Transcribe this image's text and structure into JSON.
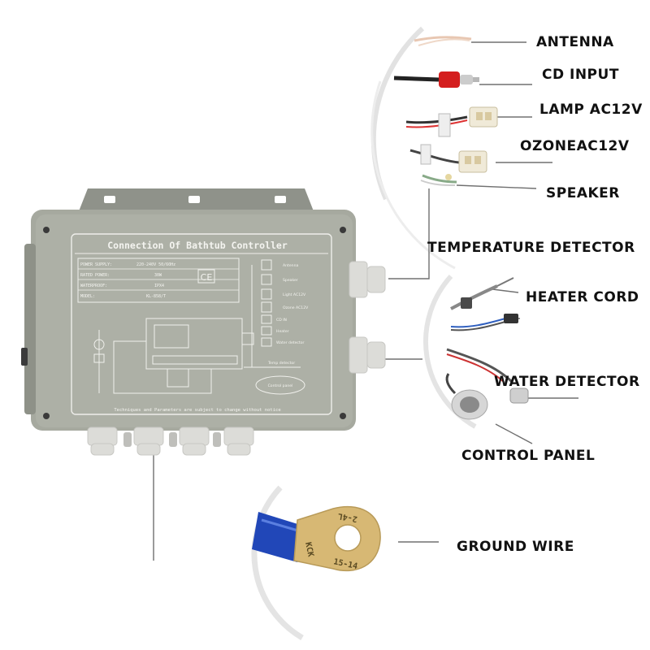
{
  "labels": {
    "antenna": "ANTENNA",
    "cd_input": "CD INPUT",
    "lamp": "LAMP AC12V",
    "ozone": "OZONEAC12V",
    "speaker": "SPEAKER",
    "temperature_detector": "TEMPERATURE DETECTOR",
    "heater_cord": "HEATER CORD",
    "water_detector": "WATER DETECTOR",
    "control_panel": "CONTROL PANEL",
    "ground_wire": "GROUND WIRE"
  },
  "controller": {
    "title": "Connection Of Bathtub Controller",
    "ce_mark": "CE",
    "spec_power_supply": "POWER SUPPLY:",
    "spec_power_supply_value": "220-240V 50/60Hz",
    "spec_rated_power": "RATED POWER:",
    "spec_rated_power_value": "30W",
    "spec_waterproof": "WATERPROOF:",
    "spec_waterproof_value": "IPX4",
    "spec_model": "MODEL:",
    "spec_model_value": "KL-858/T",
    "right_items": [
      "Antenna",
      "Speaker",
      "Light AC12V",
      "Ozone AC12V",
      "CD IN",
      "Heater",
      "Water detector",
      "Temp detector"
    ],
    "control_panel_oval": "Control panel",
    "footer": "Techniques and Parameters are subject to change without notice"
  },
  "terminal": {
    "line1": "KCK",
    "line2": "2-4L",
    "line3": "15-14"
  },
  "colors": {
    "housing": "#a9aca2",
    "housing_dark": "#8e9188",
    "plate_line": "#f2f2ee",
    "leader": "#6f6f6f",
    "circle": "#e6e6e6",
    "rca_red": "#d41e1e",
    "wire_blue": "#2147b8",
    "terminal_brass": "#d7b874"
  }
}
